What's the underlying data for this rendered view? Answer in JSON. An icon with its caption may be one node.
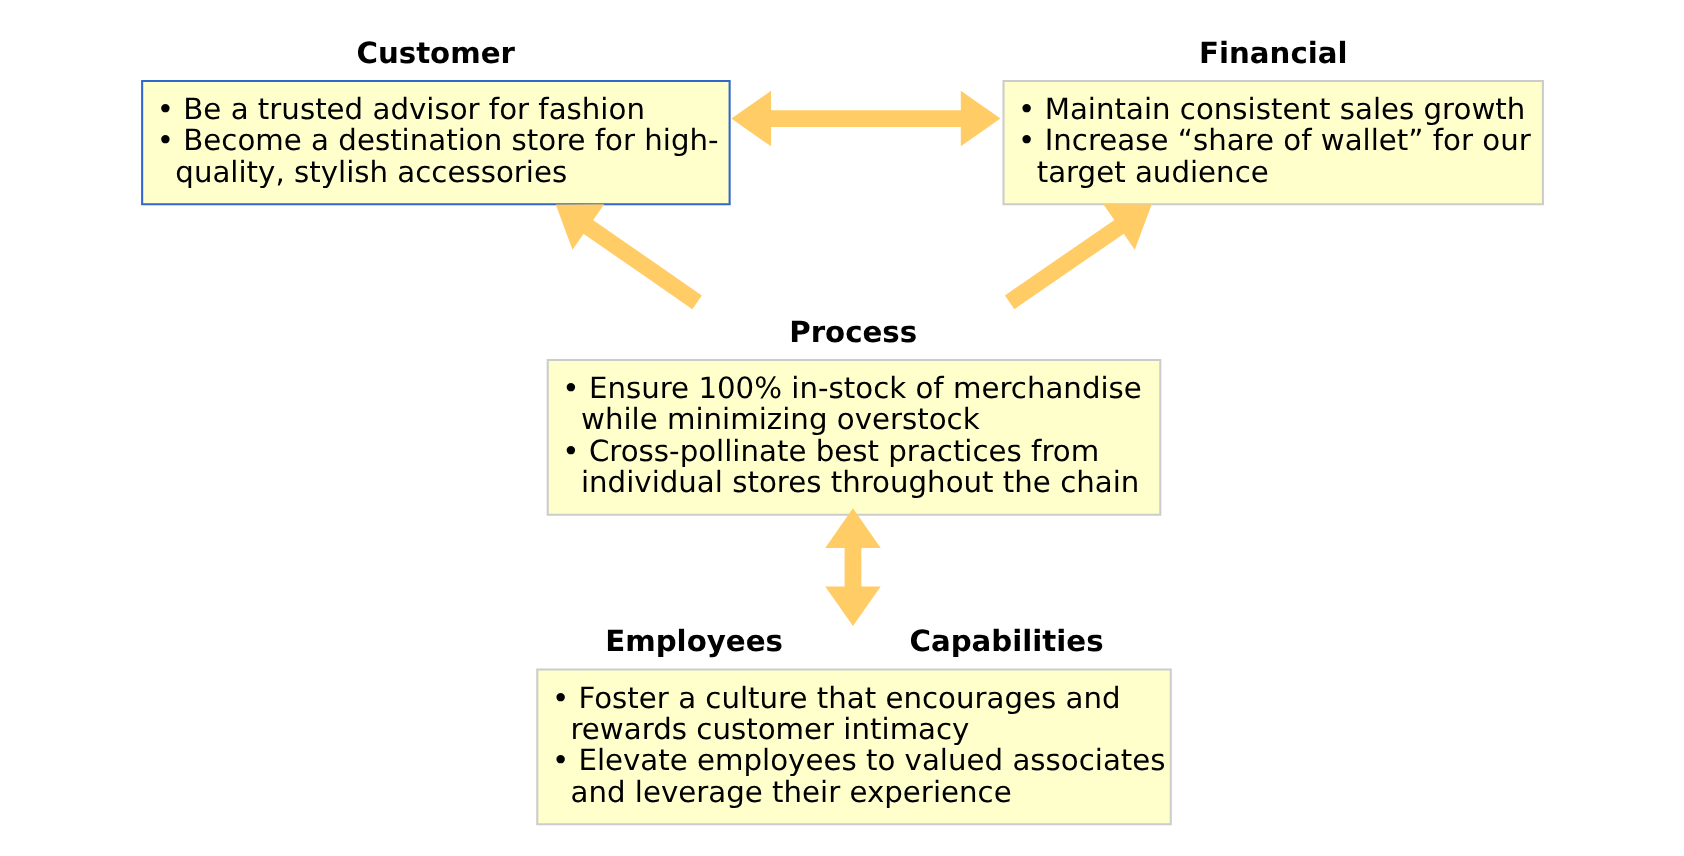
{
  "diagram": {
    "nodes": [
      {
        "text": [
          "Customer",
          "• Be a trusted advisor for fashion",
          "• Become a destination store for high-quality, stylish accessories"
        ]
      },
      {
        "text": [
          "Financial",
          "• Maintain consistent sales growth",
          "• Increase “share of wallet” for our target audience"
        ]
      },
      {
        "text": [
          "Process",
          "• Ensure 100% in-stock of merchandise while minimizing overstock",
          "• Cross-pollinate best practices from individual stores throughout the chain"
        ]
      },
      {
        "text": [
          "Employees",
          "Capabilities",
          "• Foster a culture that encourages and rewards customer intimacy",
          "• Elevate employees to valued associates and leverage their experience"
        ]
      }
    ],
    "edges": [
      {
        "from": 0,
        "to": 1,
        "arrow": "both"
      },
      {
        "from": 2,
        "to": 0,
        "arrow": "to"
      },
      {
        "from": 2,
        "to": 1,
        "arrow": "to"
      },
      {
        "from": 3,
        "to": 2,
        "arrow": "both"
      }
    ]
  }
}
